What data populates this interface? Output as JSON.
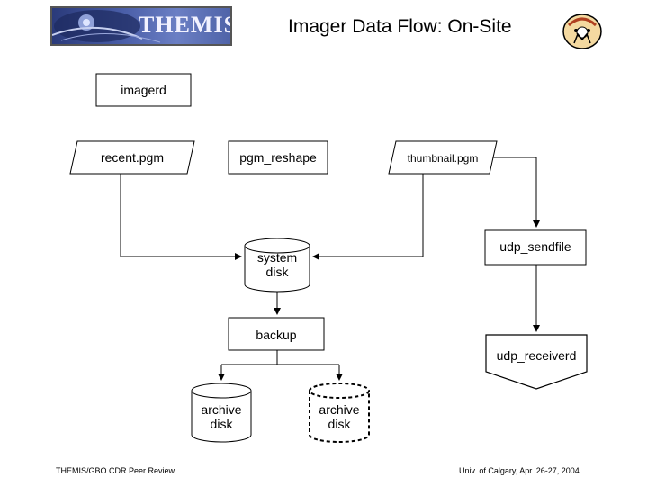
{
  "header": {
    "logo_text": "THEMIS",
    "title": "Imager Data Flow: On-Site"
  },
  "diagram": {
    "imagerd": "imagerd",
    "recent_pgm": "recent.pgm",
    "pgm_reshape": "pgm_reshape",
    "thumbnail_pgm": "thumbnail.pgm",
    "udp_sendfile": "udp_sendfile",
    "system_disk_line1": "system",
    "system_disk_line2": "disk",
    "backup": "backup",
    "udp_receiverd": "udp_receiverd",
    "archive_disk_1_line1": "archive",
    "archive_disk_1_line2": "disk",
    "archive_disk_2_line1": "archive",
    "archive_disk_2_line2": "disk"
  },
  "footer": {
    "left": "THEMIS/GBO CDR Peer Review",
    "right": "Univ. of Calgary, Apr. 26-27, 2004"
  }
}
